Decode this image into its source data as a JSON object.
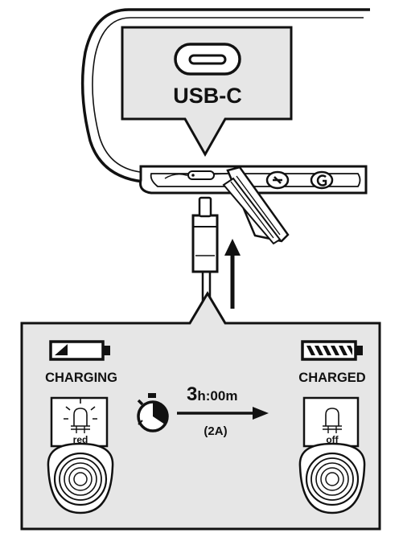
{
  "port_callout": {
    "label": "USB-C"
  },
  "charging_state": {
    "label": "CHARGING",
    "led_color_text": "red"
  },
  "charged_state": {
    "label": "CHARGED",
    "led_color_text": "off"
  },
  "charge_time": {
    "hours": "3",
    "hours_unit": "h:",
    "minutes": "00",
    "minutes_unit": "m",
    "current": "(2A)"
  },
  "colors": {
    "stroke": "#111111",
    "panel_fill": "#e6e6e6",
    "callout_fill": "#e6e6e6"
  },
  "icons": [
    "usb-c-port-icon",
    "battery-low-icon",
    "battery-full-icon",
    "stopwatch-icon",
    "led-bulb-icon",
    "speaker-button-icon"
  ]
}
